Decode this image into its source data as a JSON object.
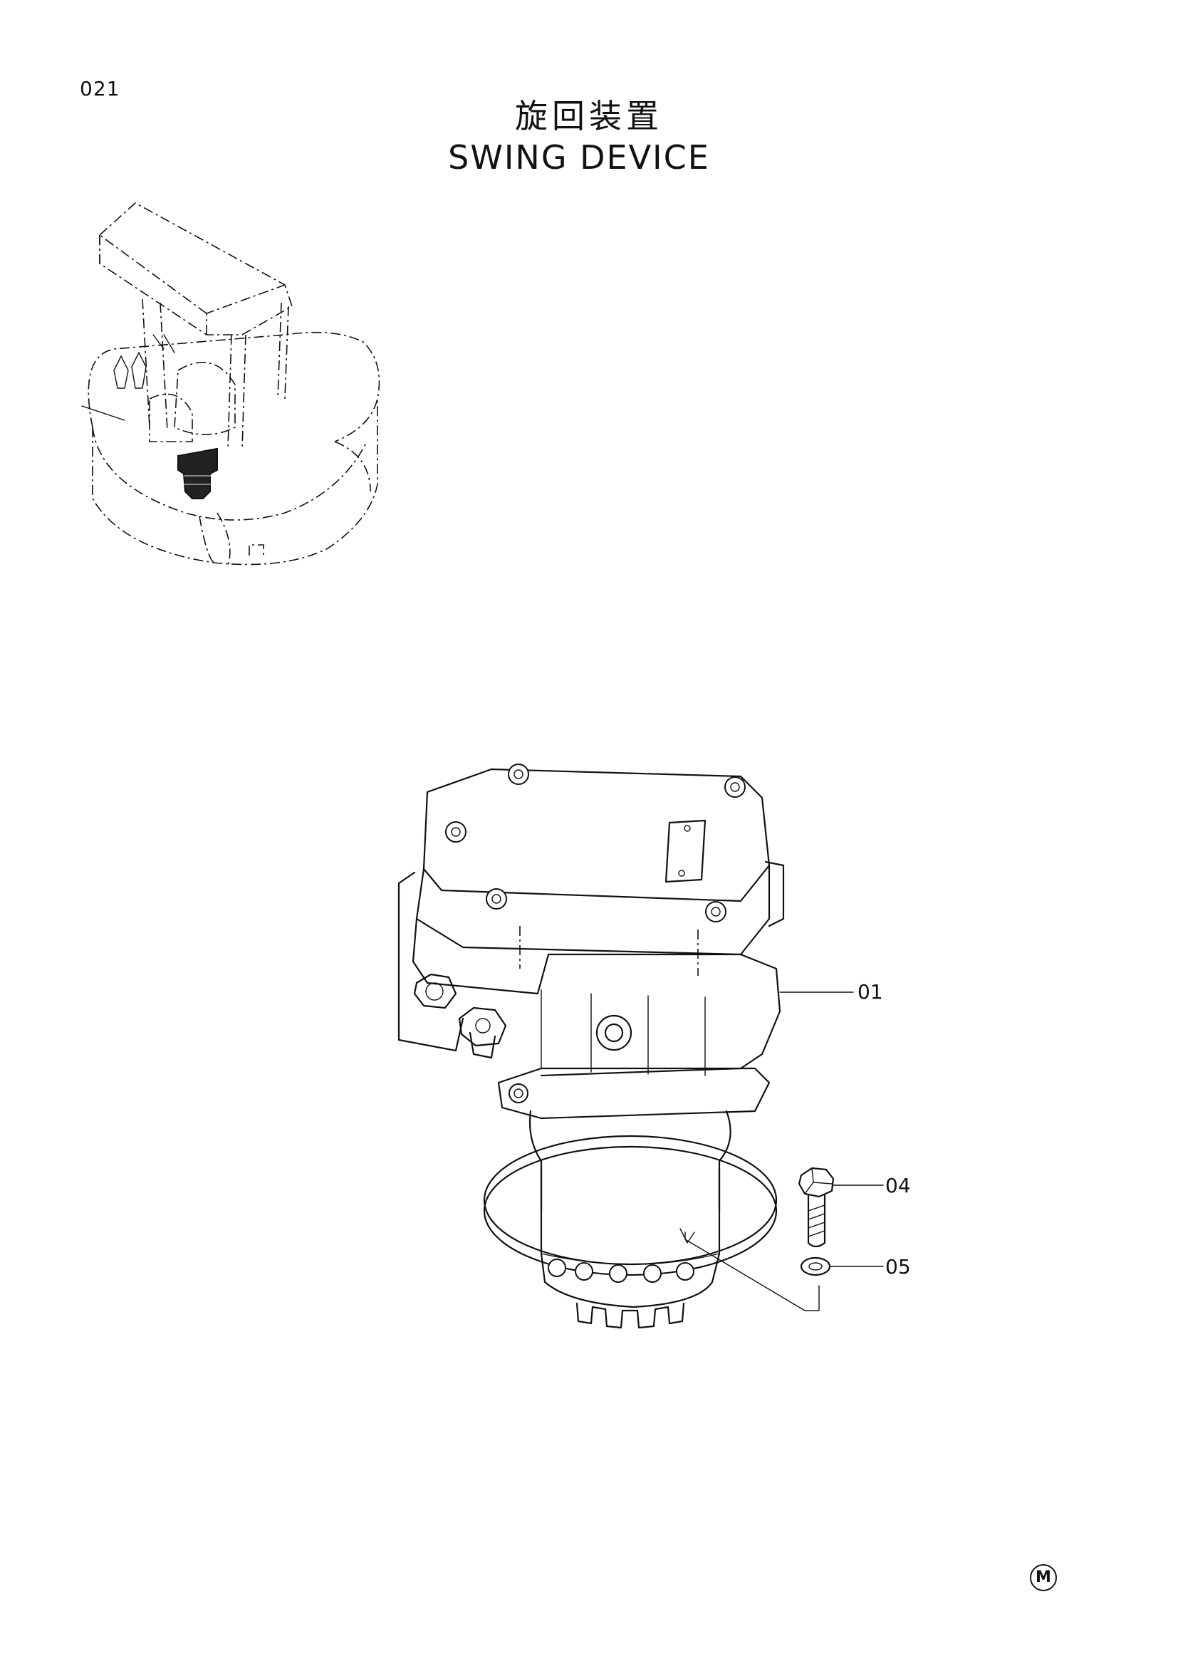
{
  "page": {
    "number": "021",
    "title_jp": "旋回装置",
    "title_en": "SWING DEVICE"
  },
  "callouts": [
    {
      "id": "callout-01",
      "label": "01"
    },
    {
      "id": "callout-04",
      "label": "04"
    },
    {
      "id": "callout-05",
      "label": "05"
    }
  ],
  "footer": {
    "mark": "M"
  }
}
